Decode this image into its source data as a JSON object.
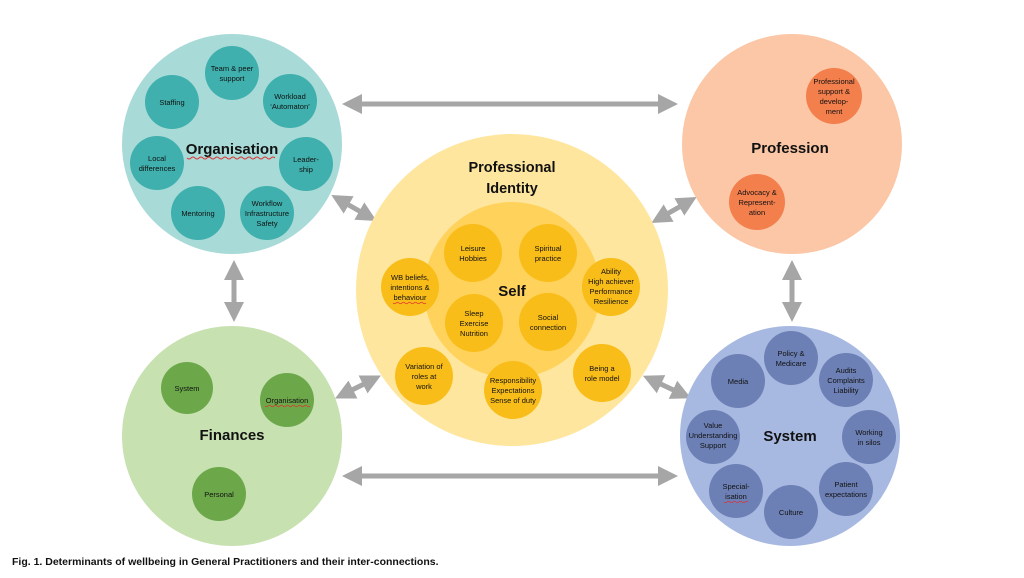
{
  "caption": "Fig. 1. Determinants of wellbeing in General Practitioners and their inter-connections.",
  "groups": {
    "organisation": {
      "title": "Organisation",
      "items": [
        "Staffing",
        "Team & peer support",
        "Workload 'Automaton'",
        "Local differences",
        "Leader-ship",
        "Mentoring",
        "Workflow Infrastructure Safety"
      ]
    },
    "profession": {
      "title": "Profession",
      "items": [
        "Professional support & develop-ment",
        "Advocacy & Represent-ation"
      ]
    },
    "finances": {
      "title": "Finances",
      "items": [
        "System",
        "Organisation",
        "Personal"
      ]
    },
    "system": {
      "title": "System",
      "items": [
        "Media",
        "Policy & Medicare",
        "Audits Complaints Liability",
        "Value Understanding Support",
        "Working in silos",
        "Special-isation",
        "Culture",
        "Patient expectations"
      ]
    },
    "identity": {
      "title": "Professional Identity",
      "self_title": "Self",
      "items": [
        "Leisure Hobbies",
        "Spiritual practice",
        "WB beliefs, intentions & behaviour",
        "Ability High achiever Performance Resilience",
        "Sleep Exercise Nutrition",
        "Social connection",
        "Variation of roles at work",
        "Responsibility Expectations Sense of duty",
        "Being a role model"
      ]
    }
  },
  "colors": {
    "org_big": "#a8dad8",
    "org_small": "#3fb0ad",
    "prof_big": "#fbc7a6",
    "prof_small": "#f37f4d",
    "fin_big": "#c7e1b1",
    "fin_small": "#6ca84a",
    "sys_big": "#a8b9e1",
    "sys_small": "#6d80b5",
    "id_big": "#ffe69e",
    "id_inner": "#ffd25c",
    "id_small": "#f9bd19",
    "arrow": "#a6a6a6"
  }
}
